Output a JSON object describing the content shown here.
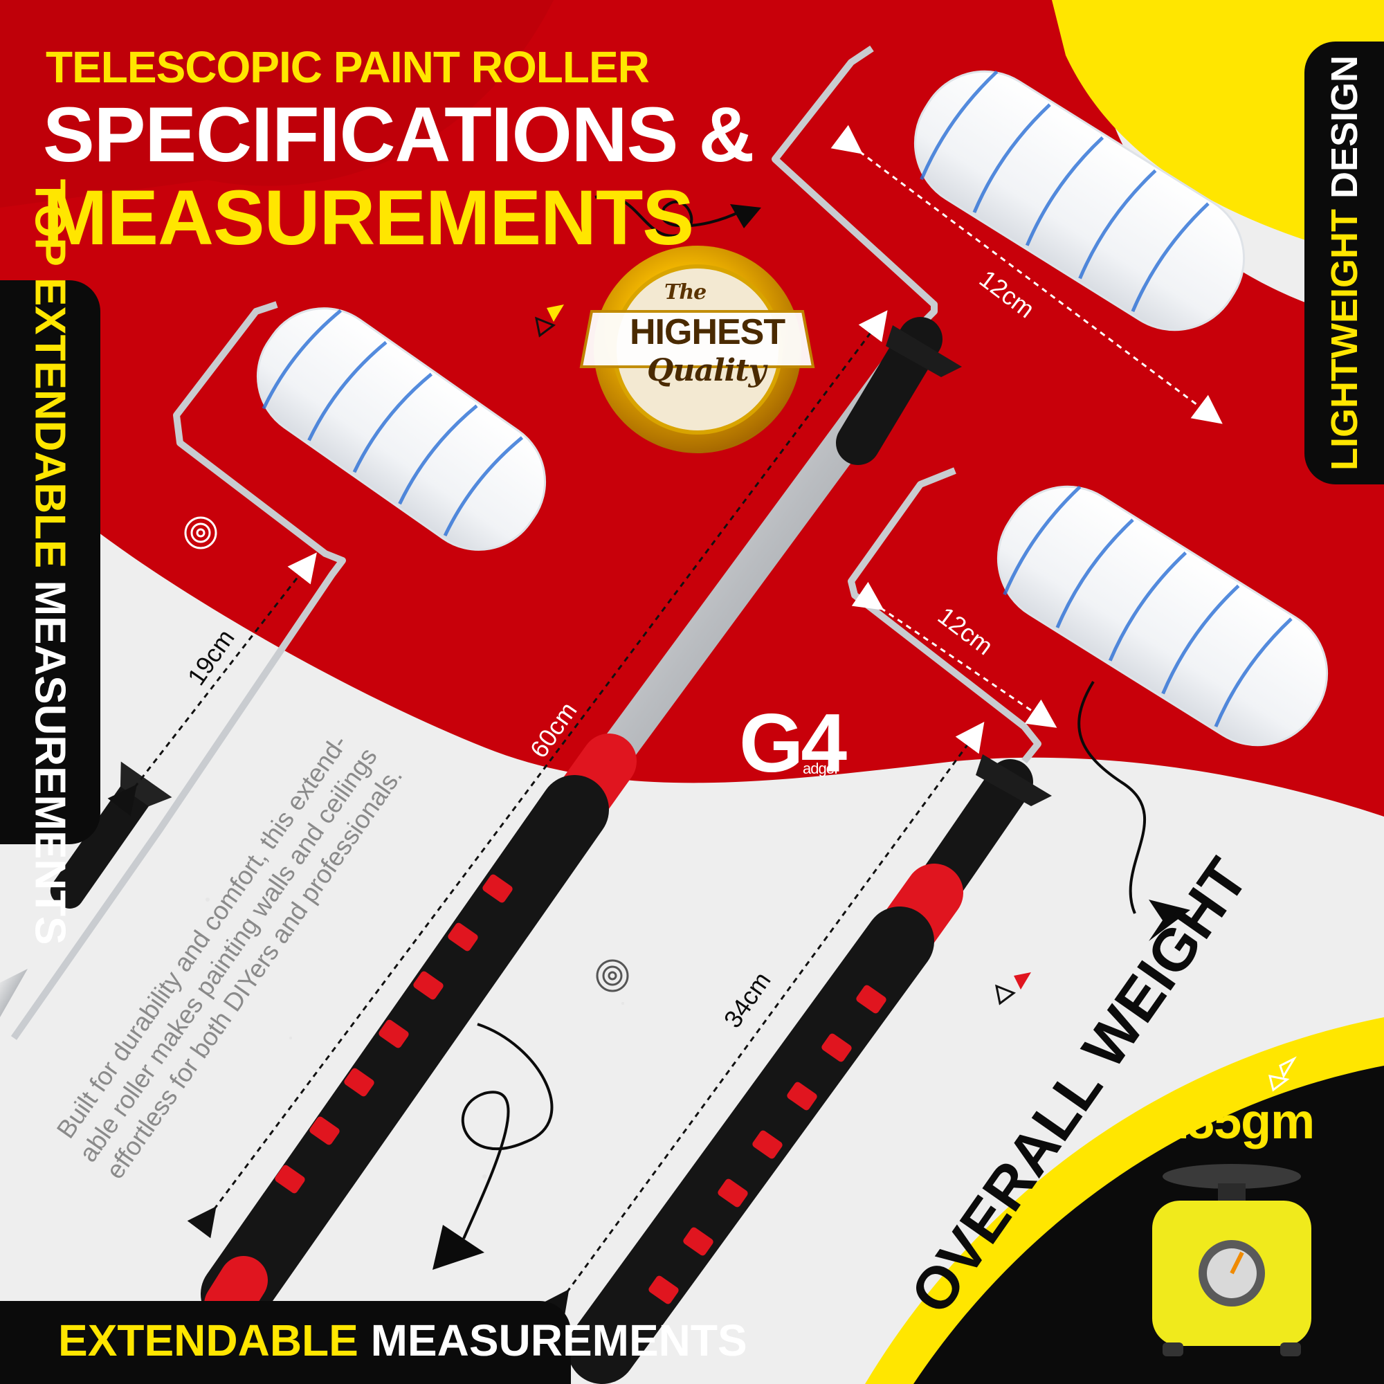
{
  "header": {
    "line1": "TELESCOPIC PAINT ROLLER",
    "line2": "SPECIFICATIONS &",
    "line3": "MEASUREMENTS"
  },
  "badge": {
    "the": "The",
    "highest": "HIGHEST",
    "quality": "Quality"
  },
  "left_tab": {
    "part1": "TOP ",
    "part2": "EXTENDABLE",
    "part3": " MEASUREMENTS"
  },
  "right_tab": {
    "part1": "LIGHTWEIGHT",
    "part2": " DESIGN"
  },
  "bottom_tab": {
    "part1": "EXTENDABLE",
    "part2": " MEASUREMENTS"
  },
  "measurements": {
    "frame_left": "19cm",
    "handle_long": "60cm",
    "roller_top": "12cm",
    "roller_right": "12cm",
    "handle_short": "34cm"
  },
  "logo": {
    "big": "G4",
    "small": "adgeI"
  },
  "description": {
    "line1": "Built for durability and comfort, this extend-",
    "line2": "able roller makes painting walls and ceilings",
    "line3": "effortless for both DIYers and professionals."
  },
  "weight": {
    "label": "OVERALL WEIGHT",
    "value": "185gm"
  },
  "colors": {
    "red": "#c8000a",
    "yellow": "#ffe600",
    "black": "#0b0b0b",
    "stripe_blue": "#2a6fd6"
  },
  "icons": [
    "target-icon",
    "triangle-icon",
    "scale-icon",
    "arrow-icon"
  ]
}
